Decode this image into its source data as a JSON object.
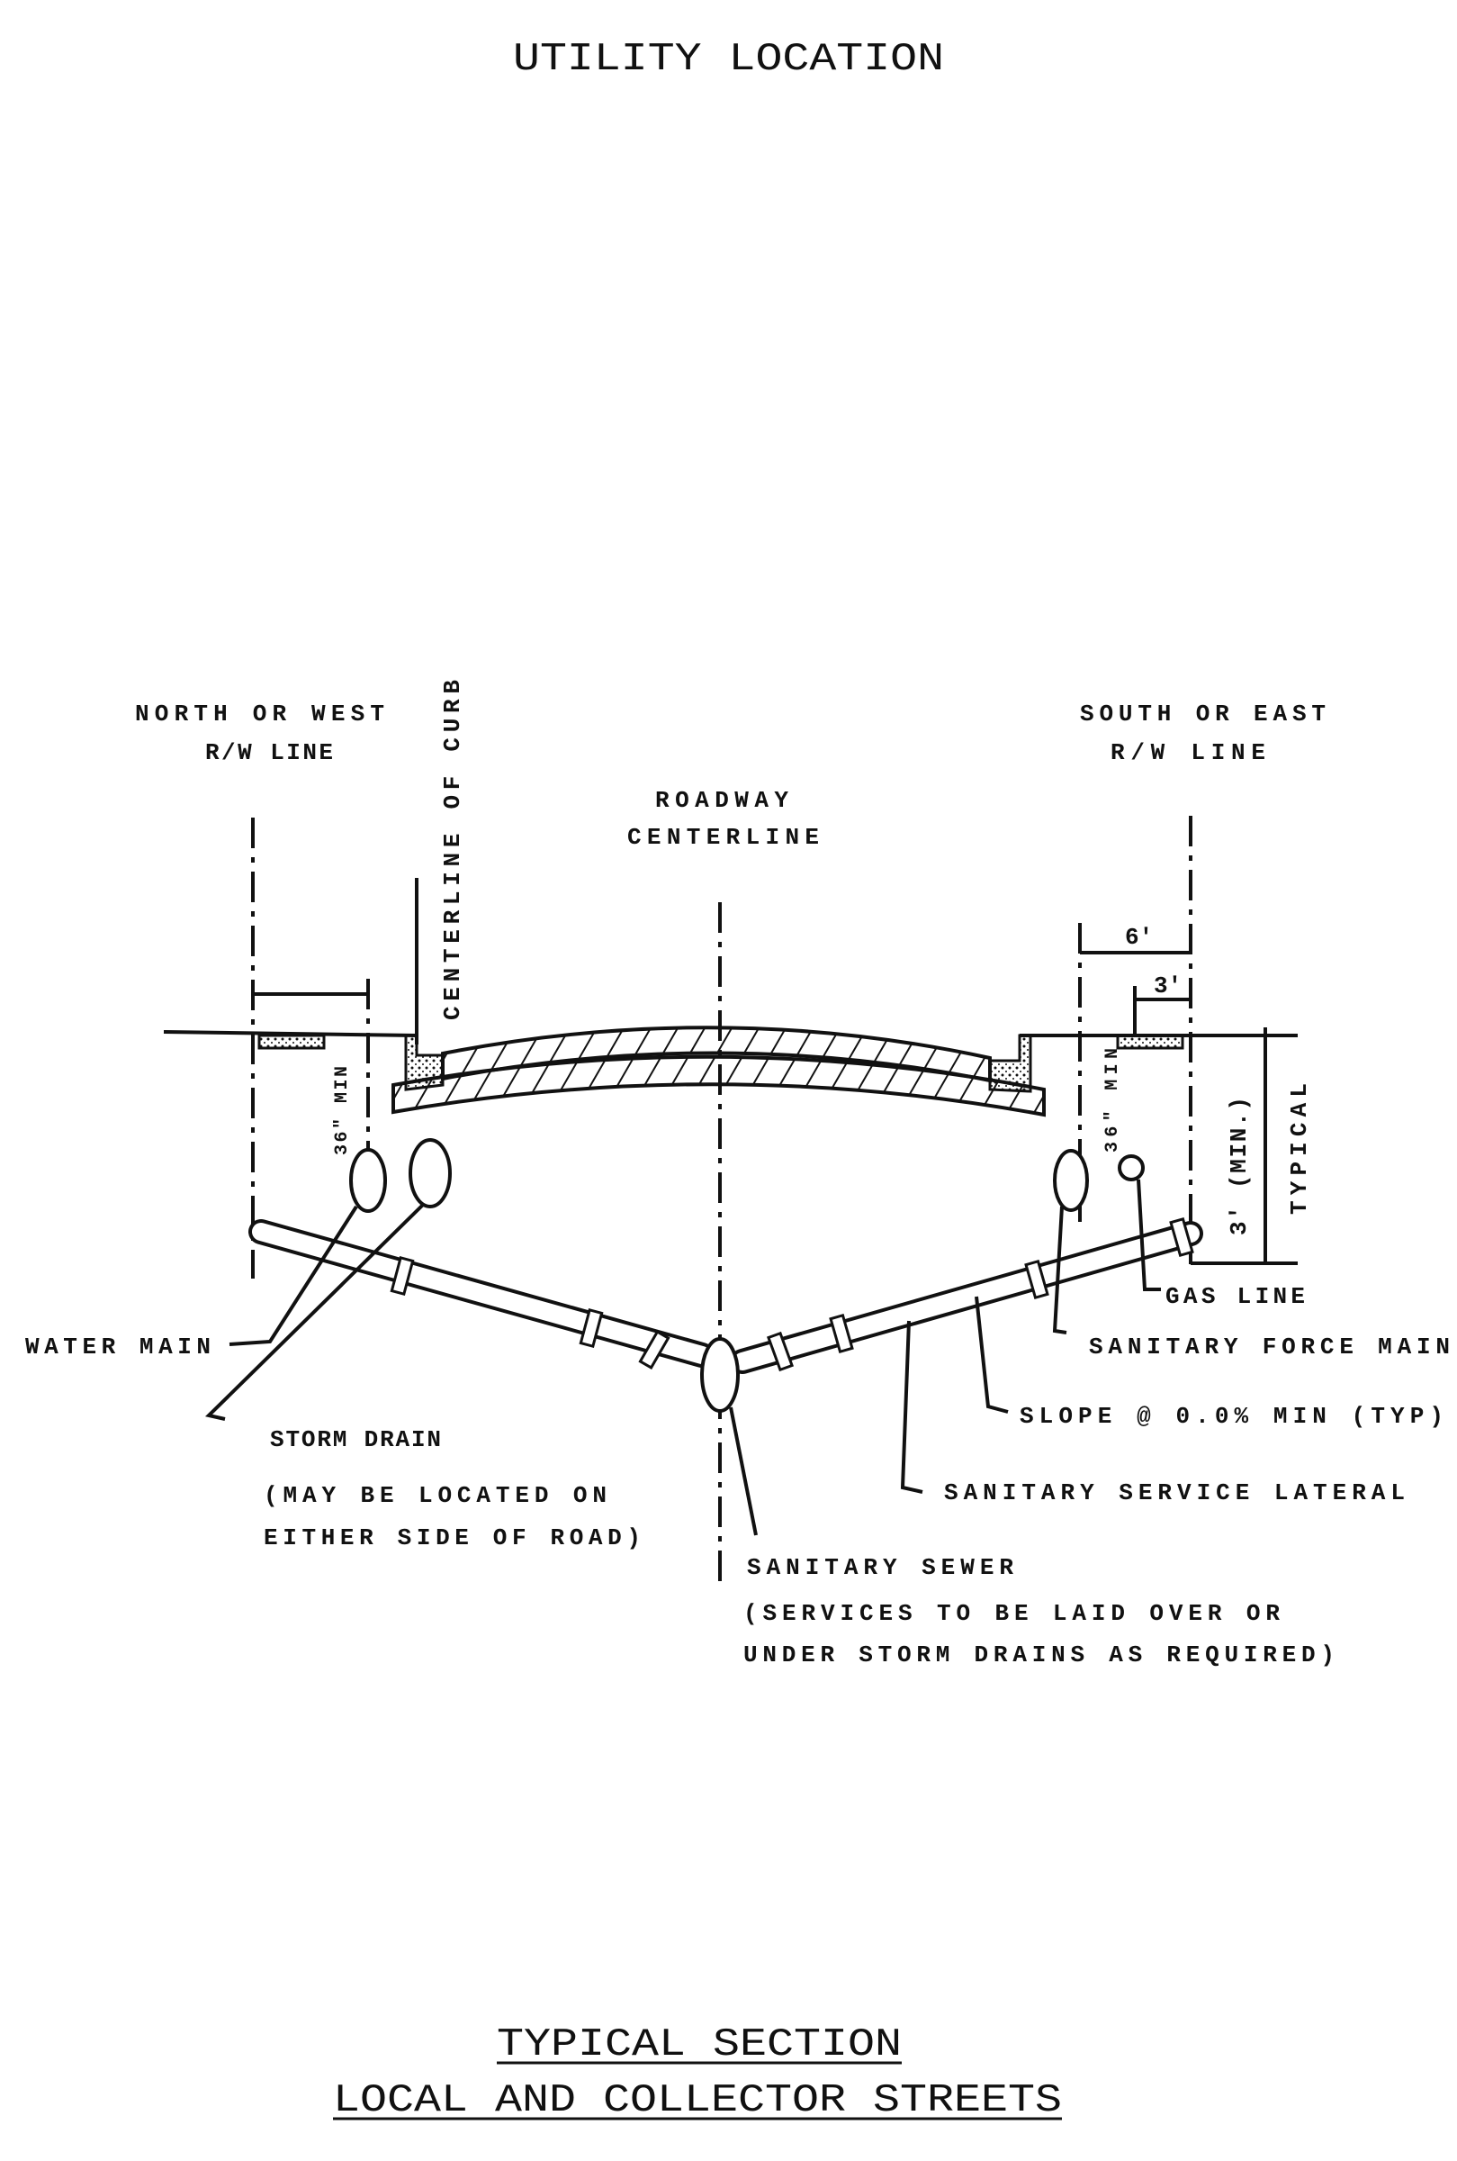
{
  "title": "UTILITY LOCATION",
  "labels": {
    "nw_line1": "NORTH OR WEST",
    "nw_line2": "R/W LINE",
    "se_line1": "SOUTH OR EAST",
    "se_line2": "R/W LINE",
    "curb": "CENTERLINE OF CURB",
    "roadway1": "ROADWAY",
    "roadway2": "CENTERLINE",
    "dim_6": "6'",
    "dim_3": "3'",
    "min_left": "36\" MIN",
    "min_right": "36\" MIN",
    "min_3": "3' (MIN.)",
    "typical": "TYPICAL",
    "water_main": "WATER MAIN",
    "storm_drain": "STORM DRAIN",
    "storm_note1": "(MAY BE LOCATED ON",
    "storm_note2": "EITHER SIDE OF ROAD)",
    "sanitary_sewer": "SANITARY SEWER",
    "sewer_note1": "(SERVICES TO BE LAID OVER OR",
    "sewer_note2": "UNDER STORM DRAINS AS REQUIRED)",
    "service_lateral": "SANITARY SERVICE LATERAL",
    "slope": "SLOPE @ 0.0% MIN (TYP)",
    "force_main": "SANITARY FORCE MAIN",
    "gas_line": "GAS LINE"
  },
  "footer": {
    "line1": "TYPICAL SECTION",
    "line2": "LOCAL AND COLLECTOR STREETS"
  }
}
